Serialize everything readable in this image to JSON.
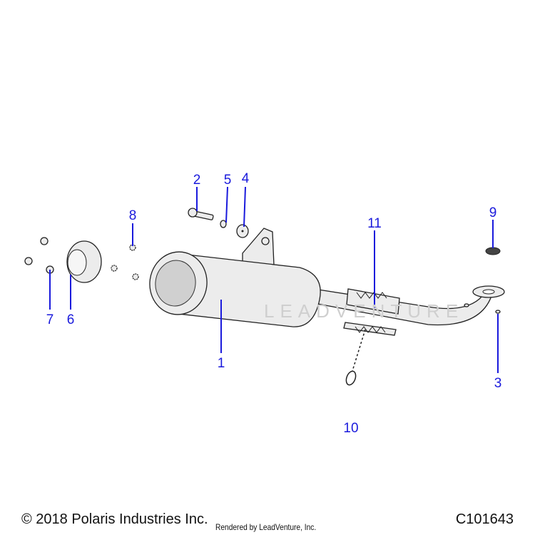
{
  "diagram": {
    "watermark": "LEADVENTURE",
    "callouts": [
      {
        "id": "1",
        "label": "1"
      },
      {
        "id": "2",
        "label": "2"
      },
      {
        "id": "3",
        "label": "3"
      },
      {
        "id": "4",
        "label": "4"
      },
      {
        "id": "5",
        "label": "5"
      },
      {
        "id": "6",
        "label": "6"
      },
      {
        "id": "7",
        "label": "7"
      },
      {
        "id": "8",
        "label": "8"
      },
      {
        "id": "9",
        "label": "9"
      },
      {
        "id": "10",
        "label": "10"
      },
      {
        "id": "11",
        "label": "11"
      }
    ],
    "callout_color": "#1a1adc"
  },
  "footer": {
    "copyright": "© 2018 Polaris Industries Inc.",
    "rendered_by": "Rendered by LeadVenture, Inc.",
    "diagram_code": "C101643"
  }
}
